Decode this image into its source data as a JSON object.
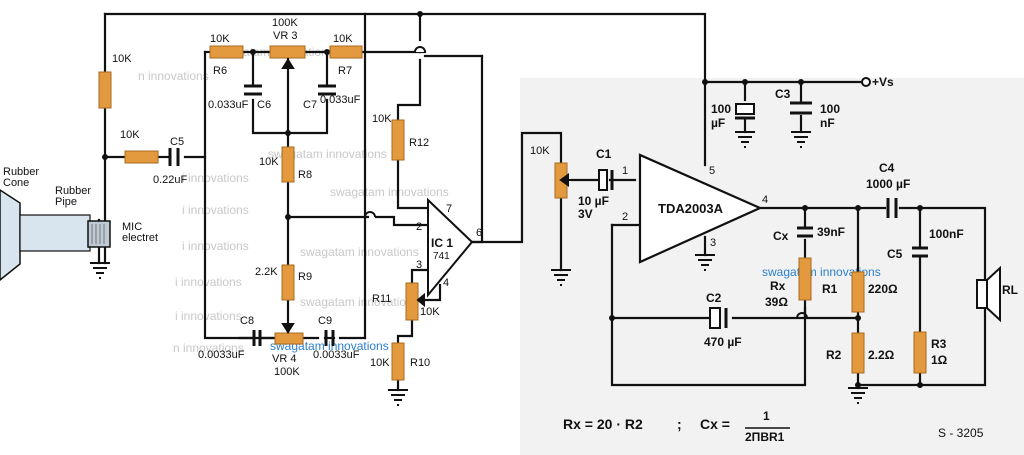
{
  "labels": {
    "r_top_left": "10K",
    "r_mid_left": "10K",
    "c5": "C5",
    "c5_val": "0.22uF",
    "rubber_cone": "Rubber\nCone",
    "rubber_pipe": "Rubber\nPipe",
    "mic": "MIC\nelectret",
    "r6_val": "10K",
    "r6": "R6",
    "vr3_val": "100K",
    "vr3": "VR 3",
    "r7_val": "10K",
    "r7": "R7",
    "c6_val": "0.033uF",
    "c6": "C6",
    "c7": "C7",
    "c7_val": "0.033uF",
    "r8_val": "10K",
    "r8": "R8",
    "r9_val": "2.2K",
    "r9": "R9",
    "c8": "C8",
    "c8_val": "0.0033uF",
    "c9": "C9",
    "c9_val": "0.0033uF",
    "vr4": "VR 4",
    "vr4_val": "100K",
    "r12_val": "10K",
    "r12": "R12",
    "r11": "R11",
    "r11_val": "10K",
    "r10_val": "10K",
    "r10": "R10",
    "ic1": "IC 1",
    "ic1_part": "741",
    "pin2": "2",
    "pin3": "3",
    "pin4": "4",
    "pin6": "6",
    "pin7": "7",
    "pot_10k": "10K",
    "c1": "C1",
    "c1_val": "10 µF\n3V",
    "pin1": "1",
    "pin2b": "2",
    "pin3b": "3",
    "pin4b": "4",
    "pin5": "5",
    "tda": "TDA2003A",
    "vs": "+Vs",
    "cap100u": "100\nµF",
    "c3": "C3",
    "c3_val": "100\nnF",
    "c4": "C4",
    "c4_val": "1000 µF",
    "cx": "Cx",
    "cx_val": "39nF",
    "c5b": "C5",
    "c5b_val": "100nF",
    "rx": "Rx",
    "rx_val": "39Ω",
    "r1": "R1",
    "r1_val": "220Ω",
    "r2": "R2",
    "r2_val": "2.2Ω",
    "r3": "R3",
    "r3_val": "1Ω",
    "c2": "C2",
    "c2_val": "470 µF",
    "rl": "RL",
    "formula_rx": "Rx = 20 · R2",
    "formula_sep": ";",
    "formula_cx": "Cx =",
    "formula_num": "1",
    "formula_den": "2ΠBR1",
    "fig_code": "S - 3205"
  },
  "watermarks": {
    "main": "swagatam innovations",
    "short": "n innovations",
    "shorter": "i innovations"
  },
  "colors": {
    "component": "#e39a3e",
    "wire": "#111111",
    "watermark": "#c8c8c8",
    "watermark_blue": "#2b7fd0",
    "mic_body": "#d8e4ee",
    "right_bg": "#f2f2f2"
  }
}
